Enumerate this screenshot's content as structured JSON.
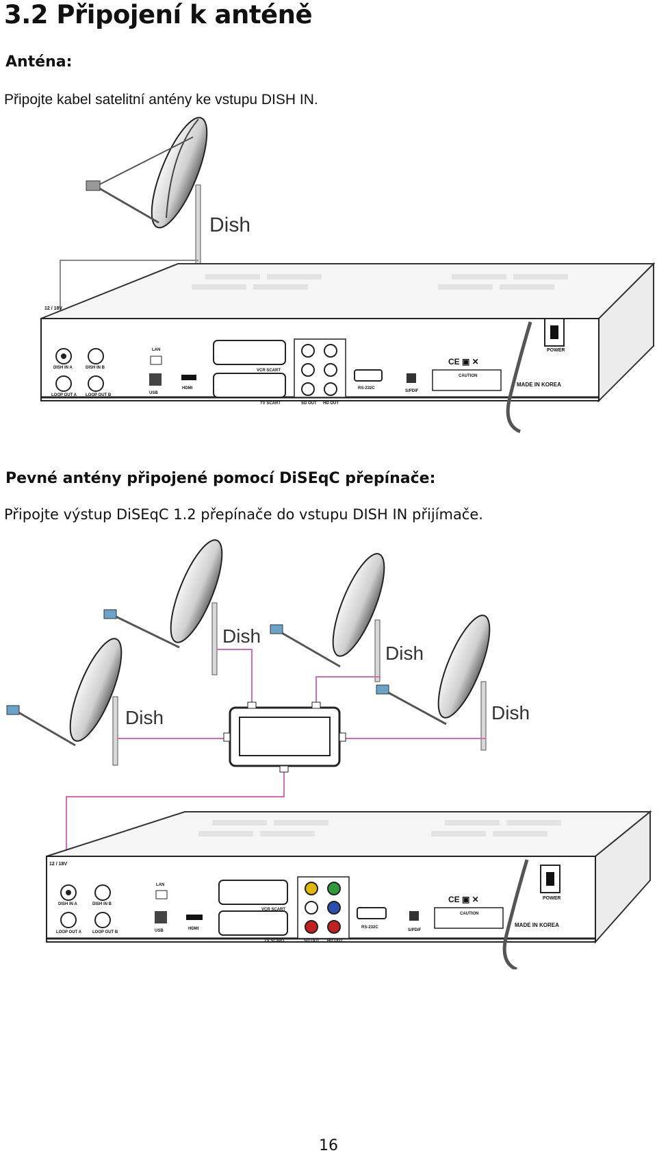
{
  "section_title": "3.2 Připojení k anténě",
  "antenna": {
    "heading": "Anténa:",
    "text": "Připojte kabel satelitní antény ke vstupu DISH IN."
  },
  "diseqc": {
    "heading": "Pevné antény připojené pomocí DiSEqC přepínače:",
    "text": "Připojte výstup DiSEqC 1.2 přepínače do vstupu DISH IN přijímače."
  },
  "dish_label": "Dish",
  "receiver_labels": {
    "power_label": "12 / 18V",
    "dish_in": "DISH IN A",
    "dish_in_b": "DISH IN B",
    "loop_out": "LOOP OUT A",
    "loop_out_b": "LOOP OUT B",
    "lan": "LAN",
    "usb": "USB",
    "hdmi": "HDMI",
    "vcr_scart": "VCR SCART",
    "tv_scart": "TV SCART",
    "sd_out": "SD OUT",
    "hd_out": "HD OUT",
    "rs232": "RS-232C",
    "spdif": "S/PDIF",
    "caution": "CAUTION",
    "made_in": "MADE IN KOREA",
    "power": "POWER"
  },
  "page_number": "16"
}
